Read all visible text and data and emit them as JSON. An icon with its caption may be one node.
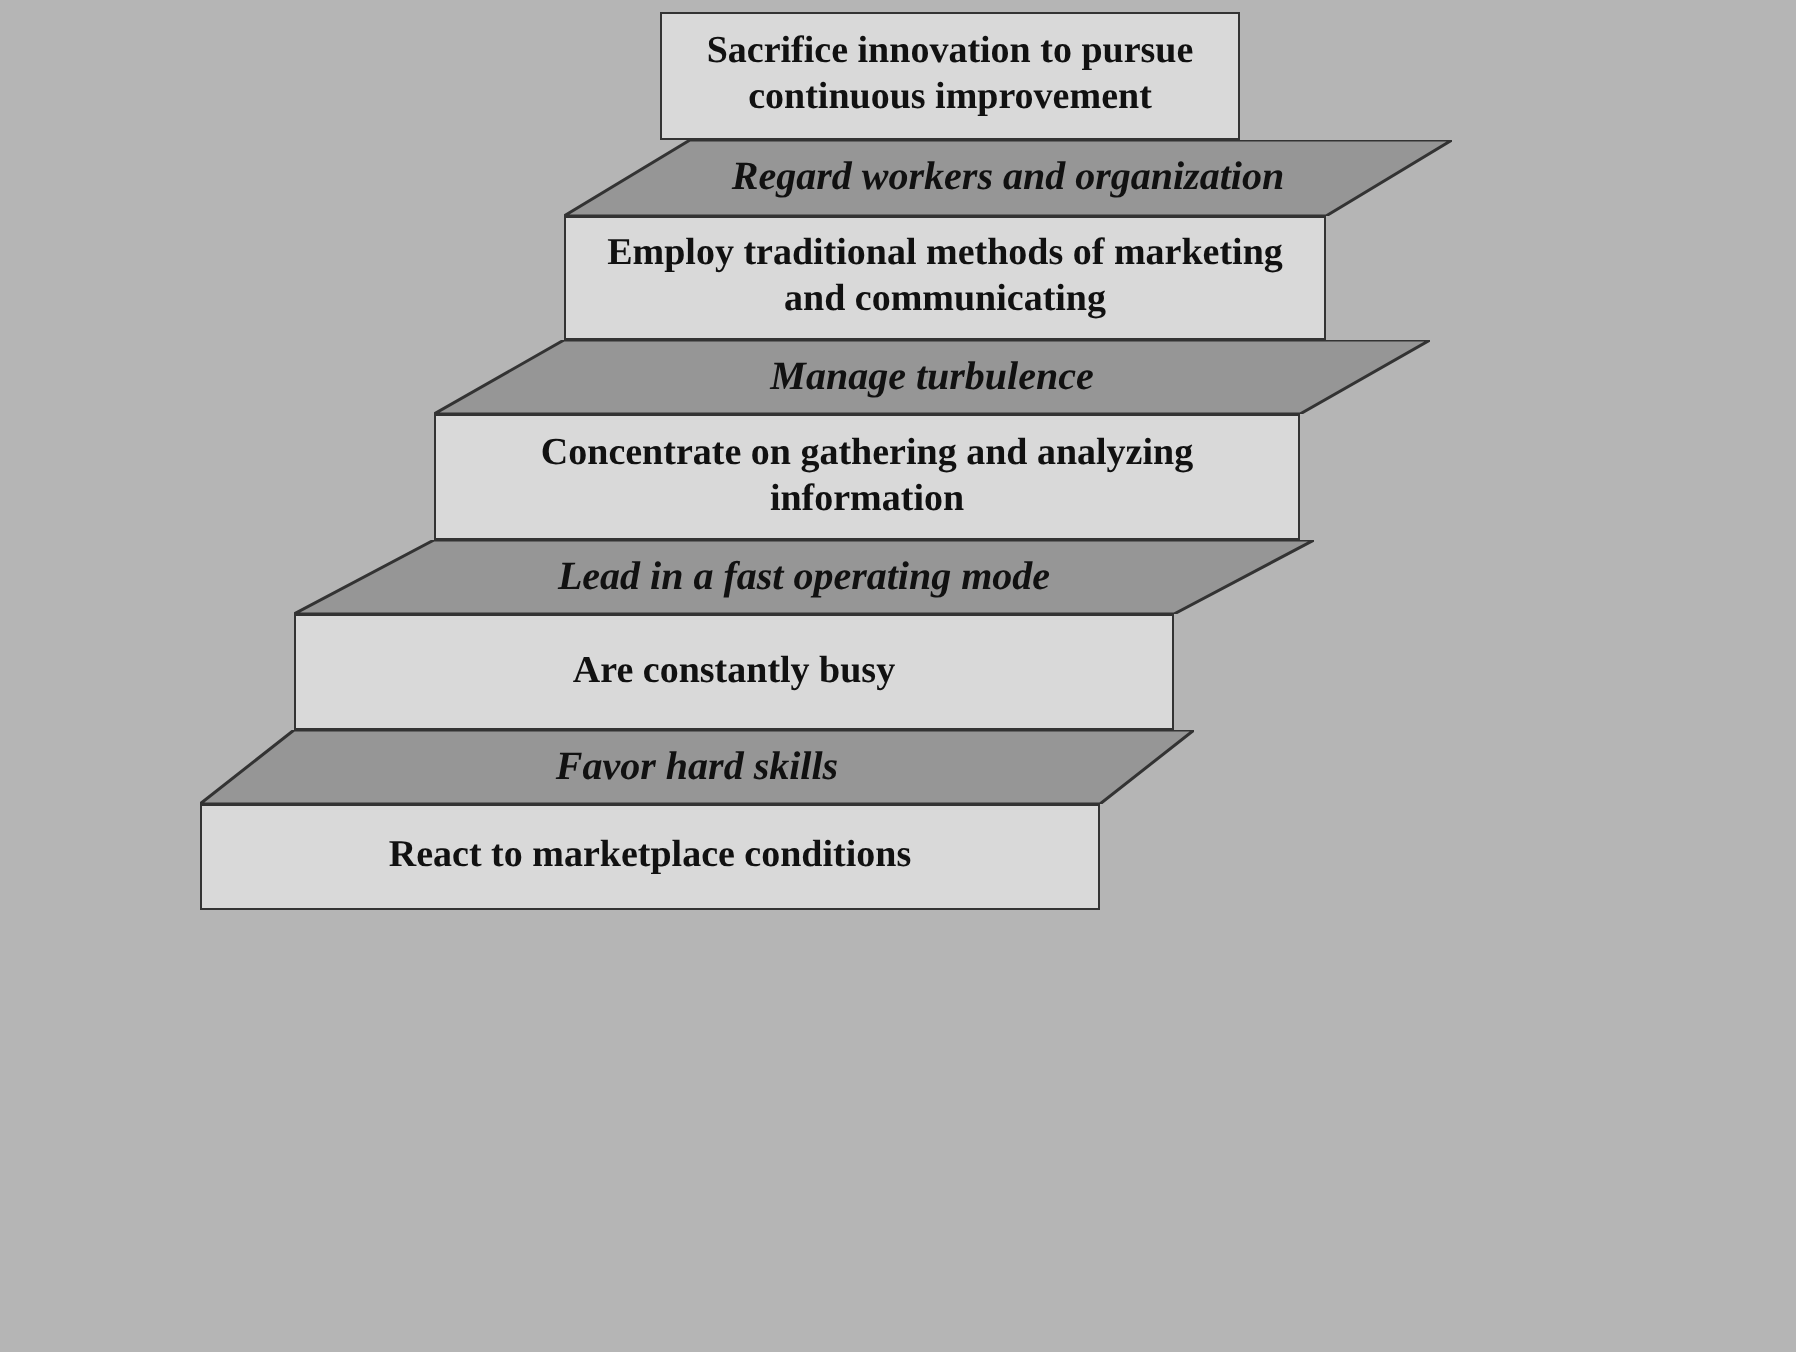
{
  "diagram": {
    "nodes": [
      {
        "text": [
          "Sacrifice innovation to pursue continuous improvement"
        ]
      },
      {
        "text": [
          "Regard workers and organization"
        ]
      },
      {
        "text": [
          "Employ traditional methods of marketing and communicating"
        ]
      },
      {
        "text": [
          "Manage turbulence"
        ]
      },
      {
        "text": [
          "Concentrate on gathering and analyzing information"
        ]
      },
      {
        "text": [
          "Lead in a fast operating mode"
        ]
      },
      {
        "text": [
          "Are constantly busy"
        ]
      },
      {
        "text": [
          "Favor hard skills"
        ]
      },
      {
        "text": [
          "React to marketplace conditions"
        ]
      }
    ]
  }
}
